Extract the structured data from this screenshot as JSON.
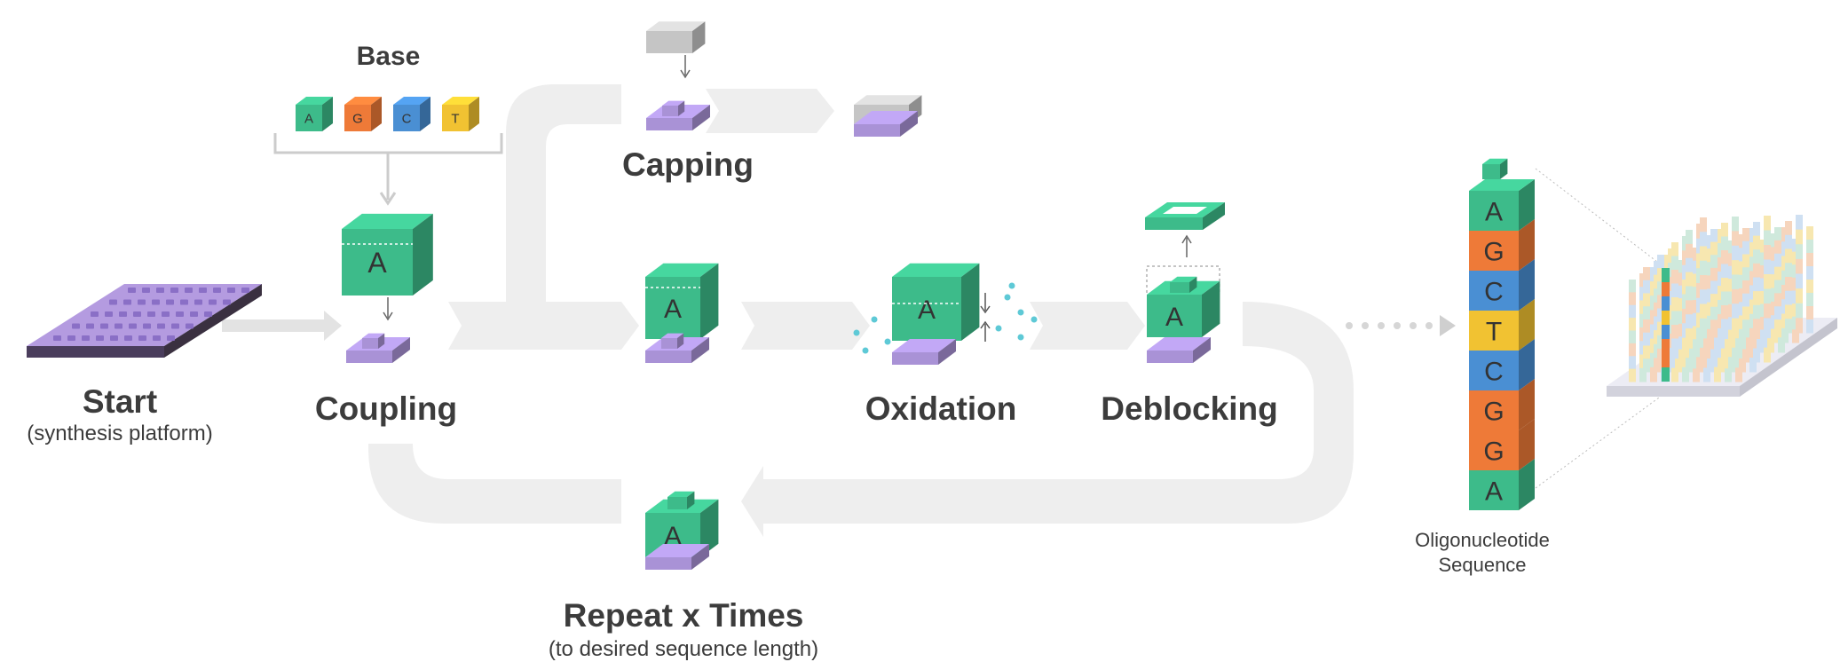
{
  "labels": {
    "base": "Base",
    "start": "Start",
    "start_sub": "(synthesis platform)",
    "coupling": "Coupling",
    "capping": "Capping",
    "oxidation": "Oxidation",
    "deblocking": "Deblocking",
    "repeat": "Repeat x Times",
    "repeat_sub": "(to desired sequence length)",
    "oligo_line1": "Oligonucleotide",
    "oligo_line2": "Sequence"
  },
  "bases": [
    {
      "letter": "A",
      "color": "#3dbb8a"
    },
    {
      "letter": "G",
      "color": "#ee7a38"
    },
    {
      "letter": "C",
      "color": "#4a8fd3"
    },
    {
      "letter": "T",
      "color": "#f1c232"
    }
  ],
  "block_letter": "A",
  "oligo_sequence": [
    {
      "letter": "A",
      "color": "#3dbb8a"
    },
    {
      "letter": "G",
      "color": "#ee7a38"
    },
    {
      "letter": "C",
      "color": "#4a8fd3"
    },
    {
      "letter": "T",
      "color": "#f1c232"
    },
    {
      "letter": "C",
      "color": "#4a8fd3"
    },
    {
      "letter": "G",
      "color": "#ee7a38"
    },
    {
      "letter": "G",
      "color": "#ee7a38"
    },
    {
      "letter": "A",
      "color": "#3dbb8a"
    }
  ],
  "colors": {
    "green": "#3dbb8a",
    "purple": "#a992d6",
    "gray": "#c5c5c5",
    "flow": "#eeeeee",
    "text": "#3c3c3c",
    "dots": "#5ec9d6"
  }
}
